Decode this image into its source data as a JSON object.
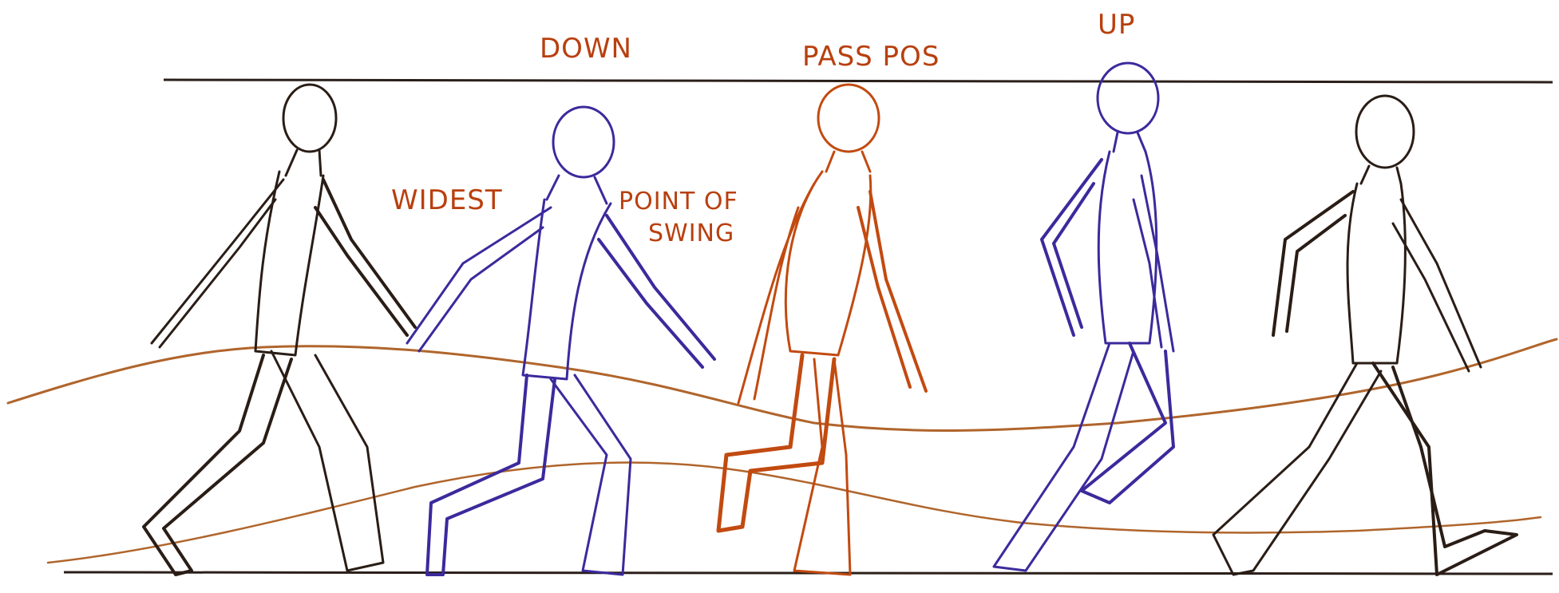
{
  "labels": {
    "down": "DOWN",
    "pass_pos": "PASS POS",
    "up": "UP",
    "widest": "WIDEST",
    "point_of_swing_line1": "POINT OF",
    "point_of_swing_line2": "SWING"
  },
  "colors": {
    "paper": "#ffffff",
    "pencil_dark": "#2a1d16",
    "pencil_purple": "#3b2a9c",
    "pencil_orange": "#c24a10",
    "label_text": "#b8400f",
    "guide_line": "#2b1f1a",
    "path_line": "#b0652c"
  }
}
